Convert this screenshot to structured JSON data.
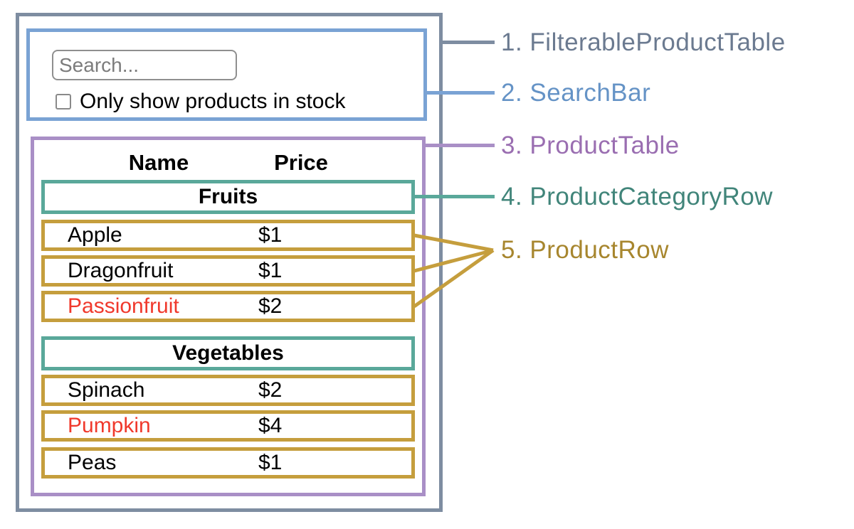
{
  "diagram": {
    "labels": [
      {
        "text": "1. FilterableProductTable",
        "color": "#6b7a90"
      },
      {
        "text": "2. SearchBar",
        "color": "#6593c6"
      },
      {
        "text": "3. ProductTable",
        "color": "#9a6eb1"
      },
      {
        "text": "4. ProductCategoryRow",
        "color": "#41857a"
      },
      {
        "text": "5. ProductRow",
        "color": "#a7862e"
      }
    ],
    "box_colors": {
      "filterable_product_table": "#7e8da1",
      "search_bar": "#7aa3d4",
      "product_table": "#a98fc6",
      "product_category_row": "#5aa89a",
      "product_row": "#c59e3d"
    }
  },
  "search_bar": {
    "input_placeholder": "Search...",
    "checkbox_label": "Only show products in stock",
    "checkbox_checked": false
  },
  "table": {
    "headers": {
      "name": "Name",
      "price": "Price"
    },
    "sections": [
      {
        "category": "Fruits",
        "rows": [
          {
            "name": "Apple",
            "price": "$1",
            "name_color": "#000000"
          },
          {
            "name": "Dragonfruit",
            "price": "$1",
            "name_color": "#000000"
          },
          {
            "name": "Passionfruit",
            "price": "$2",
            "name_color": "#f0392c"
          }
        ]
      },
      {
        "category": "Vegetables",
        "rows": [
          {
            "name": "Spinach",
            "price": "$2",
            "name_color": "#000000"
          },
          {
            "name": "Pumpkin",
            "price": "$4",
            "name_color": "#f0392c"
          },
          {
            "name": "Peas",
            "price": "$1",
            "name_color": "#000000"
          }
        ]
      }
    ]
  }
}
